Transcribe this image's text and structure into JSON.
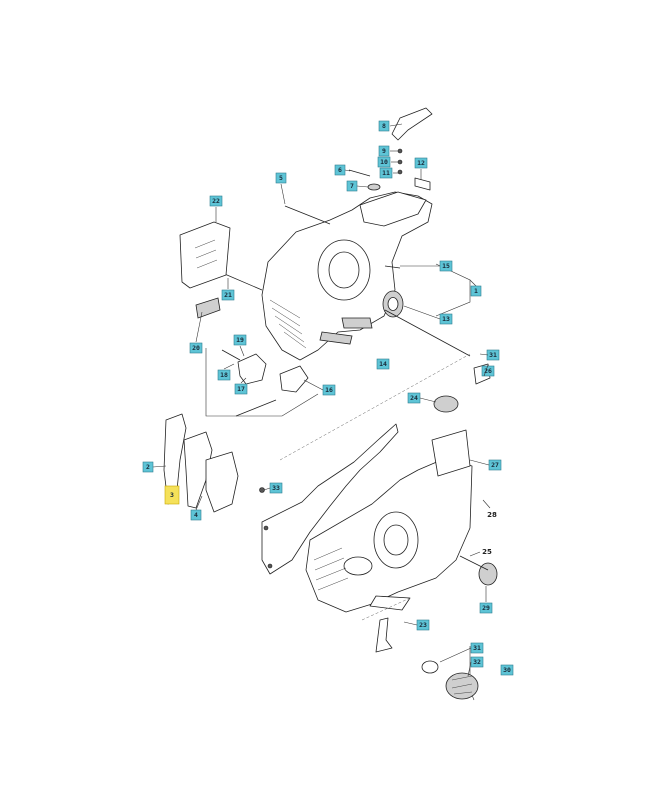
{
  "diagram": {
    "callouts": [
      {
        "id": "c8",
        "label": "8"
      },
      {
        "id": "c9",
        "label": "9"
      },
      {
        "id": "c10",
        "label": "10"
      },
      {
        "id": "c11",
        "label": "11"
      },
      {
        "id": "c12",
        "label": "12"
      },
      {
        "id": "c6",
        "label": "6"
      },
      {
        "id": "c7",
        "label": "7"
      },
      {
        "id": "c5",
        "label": "5"
      },
      {
        "id": "c22",
        "label": "22"
      },
      {
        "id": "c15",
        "label": "15"
      },
      {
        "id": "c1",
        "label": "1"
      },
      {
        "id": "c21",
        "label": "21"
      },
      {
        "id": "c13",
        "label": "13"
      },
      {
        "id": "c14",
        "label": "14"
      },
      {
        "id": "c20",
        "label": "20"
      },
      {
        "id": "c19",
        "label": "19"
      },
      {
        "id": "c18",
        "label": "18"
      },
      {
        "id": "c17",
        "label": "17"
      },
      {
        "id": "c16",
        "label": "16"
      },
      {
        "id": "c31a",
        "label": "31"
      },
      {
        "id": "c26",
        "label": "26"
      },
      {
        "id": "c24",
        "label": "24"
      },
      {
        "id": "c27",
        "label": "27"
      },
      {
        "id": "c2",
        "label": "2"
      },
      {
        "id": "c3",
        "label": "3"
      },
      {
        "id": "c4",
        "label": "4"
      },
      {
        "id": "c33",
        "label": "33"
      },
      {
        "id": "c29",
        "label": "29"
      },
      {
        "id": "c23",
        "label": "23"
      },
      {
        "id": "c31",
        "label": "31"
      },
      {
        "id": "c32",
        "label": "32"
      },
      {
        "id": "c30",
        "label": "30"
      }
    ],
    "plain_labels": {
      "l28": "28",
      "l25": "25"
    },
    "selected_callout": "3",
    "colors": {
      "callout_fill": "#5ec4d6",
      "selected_fill": "#f5e15a",
      "line": "#222222"
    }
  }
}
